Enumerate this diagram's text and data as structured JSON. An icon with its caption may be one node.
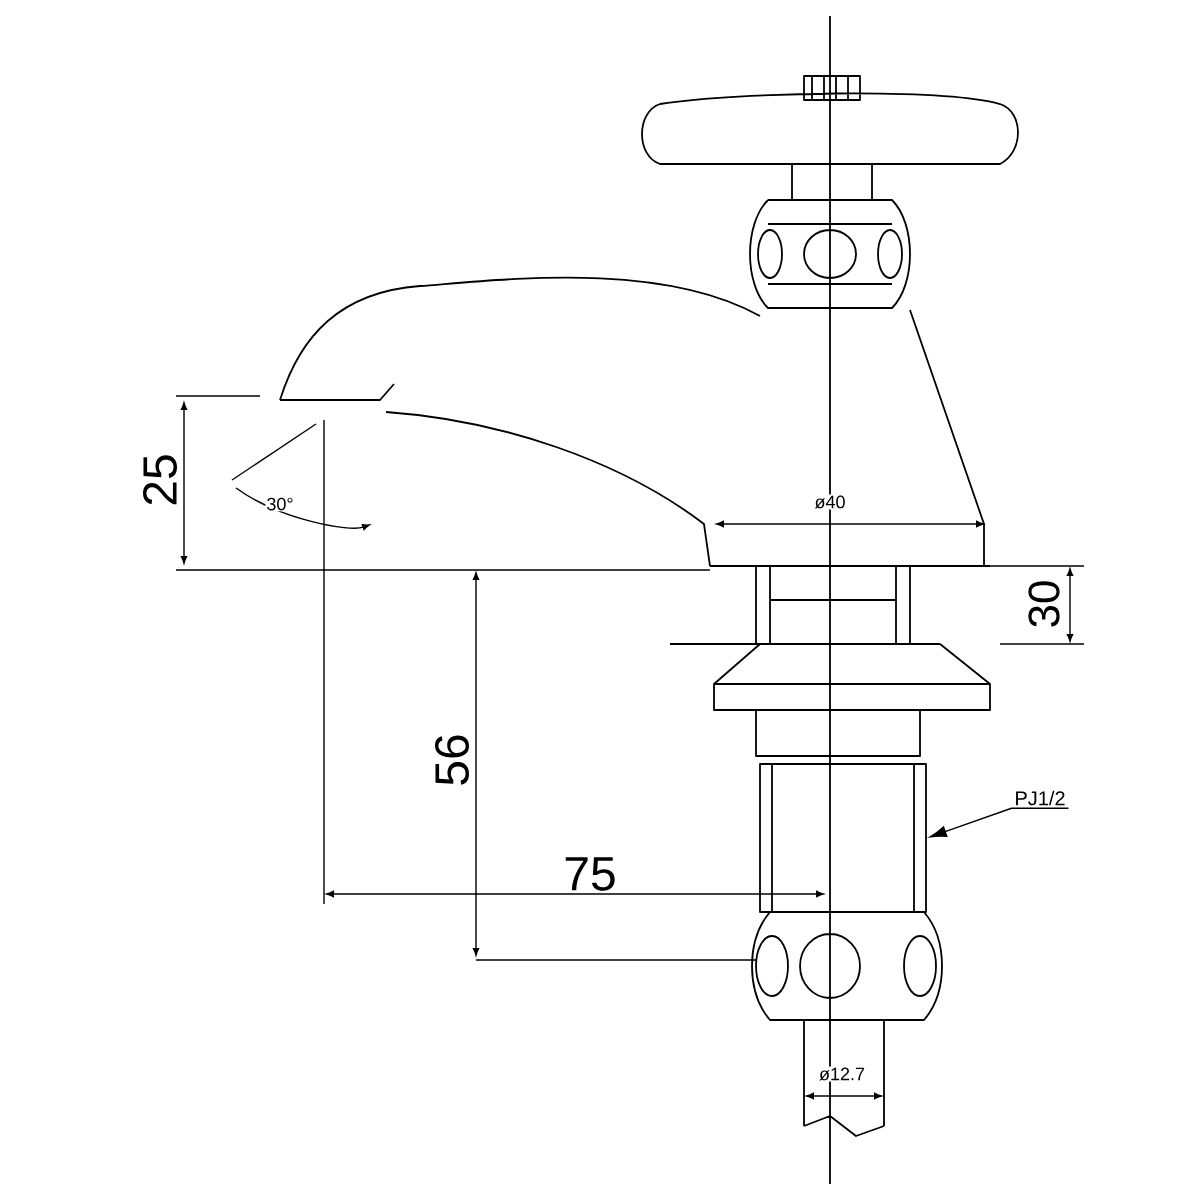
{
  "diagram": {
    "nodes": [
      {
        "text": [
          "PJ1/2"
        ]
      },
      {
        "text": [],
        "shape": "box"
      }
    ],
    "edges": [
      {
        "from": 0,
        "to": 1,
        "arrow": "to"
      }
    ],
    "labels": [
      "25",
      "30°",
      "ø40",
      "30",
      "56",
      "75",
      "ø12.7"
    ]
  }
}
